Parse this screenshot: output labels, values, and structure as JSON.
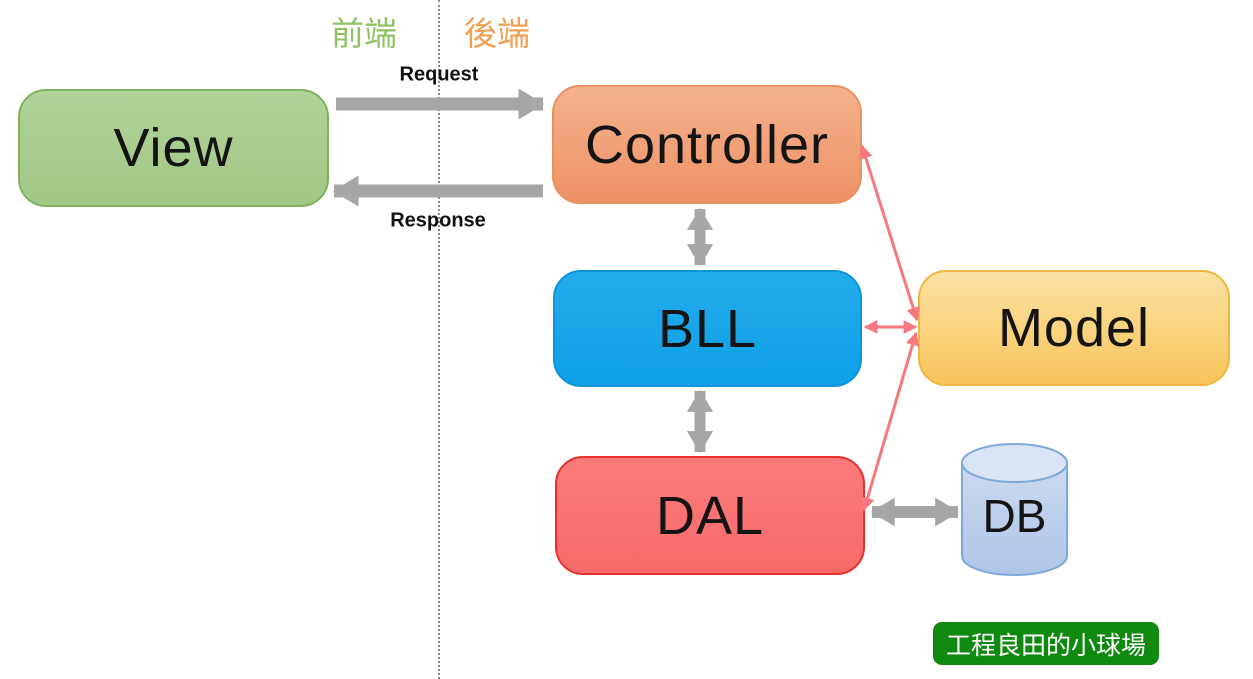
{
  "diagram": {
    "regions": {
      "frontend_label": "前端",
      "backend_label": "後端",
      "frontend_color": "#8fc263",
      "backend_color": "#f09e52"
    },
    "nodes": [
      {
        "id": "view",
        "label": "View",
        "fill": "#a8cd8f",
        "border": "#7fb25e"
      },
      {
        "id": "controller",
        "label": "Controller",
        "fill": "#f1a077",
        "border": "#e9925f"
      },
      {
        "id": "bll",
        "label": "BLL",
        "fill": "#17a5ea",
        "border": "#0d93d8"
      },
      {
        "id": "dal",
        "label": "DAL",
        "fill": "#f97171",
        "border": "#e5302d"
      },
      {
        "id": "model",
        "label": "Model",
        "fill": "#f9d382",
        "border": "#efb73d"
      },
      {
        "id": "db",
        "label": "DB",
        "fill": "#bdd0ea",
        "border": "#7fa8db"
      }
    ],
    "edges": [
      {
        "from": "view",
        "to": "controller",
        "label": "Request",
        "style": "gray-thick-single"
      },
      {
        "from": "controller",
        "to": "view",
        "label": "Response",
        "style": "gray-thick-single"
      },
      {
        "from": "controller",
        "to": "bll",
        "label": "",
        "style": "gray-thick-double"
      },
      {
        "from": "bll",
        "to": "dal",
        "label": "",
        "style": "gray-thick-double"
      },
      {
        "from": "dal",
        "to": "db",
        "label": "",
        "style": "gray-thick-double"
      },
      {
        "from": "controller",
        "to": "model",
        "label": "",
        "style": "pink-thin-double"
      },
      {
        "from": "bll",
        "to": "model",
        "label": "",
        "style": "pink-thin-double"
      },
      {
        "from": "dal",
        "to": "model",
        "label": "",
        "style": "pink-thin-double"
      }
    ],
    "arrow_colors": {
      "gray": "#a6a6a6",
      "pink": "#f8787f"
    },
    "watermark": "工程良田的小球場",
    "watermark_bg": "#108910"
  }
}
